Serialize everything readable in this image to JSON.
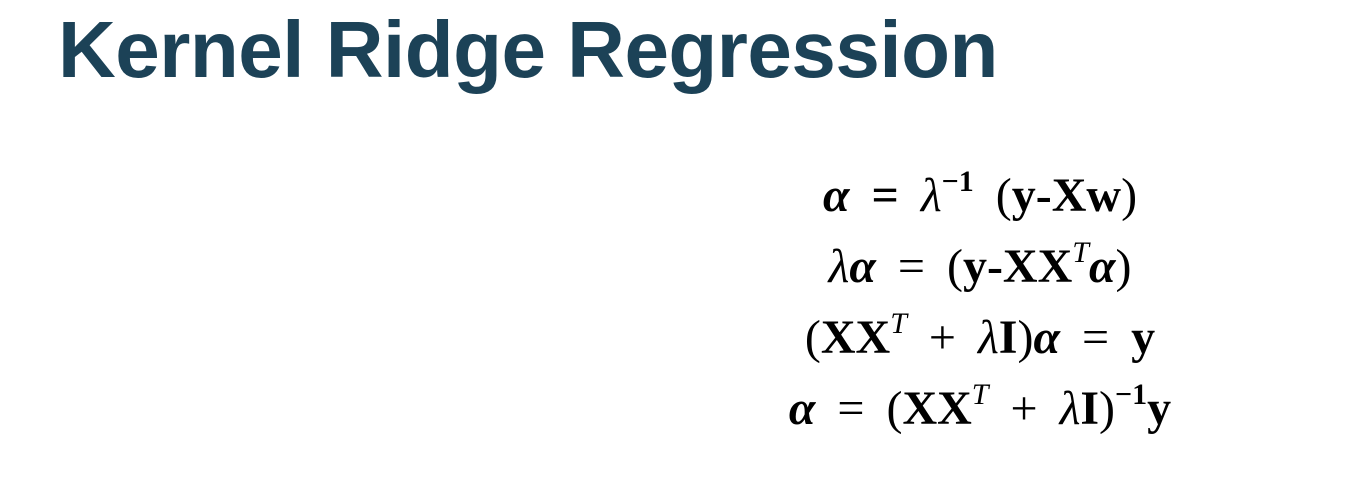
{
  "slide": {
    "title": "Kernel Ridge Regression",
    "title_color": "#1c4257"
  },
  "equations": [
    {
      "text": "α = λ⁻¹ (y-Xw)",
      "parts": {
        "lhs": "α",
        "eq": "=",
        "lambda": "λ",
        "exp": "−1",
        "open": "(",
        "y": "y",
        "minus": "-",
        "X": "X",
        "w": "w",
        "close": ")"
      }
    },
    {
      "text": "λα = (y-XXᵀα)",
      "parts": {
        "lambda": "λ",
        "alpha": "α",
        "eq": "=",
        "open": "(",
        "y": "y",
        "minus": "-",
        "XX": "XX",
        "T": "T",
        "alpha2": "α",
        "close": ")"
      }
    },
    {
      "text": "(XXᵀ + λI)α = y",
      "parts": {
        "open": "(",
        "XX": "XX",
        "T": "T",
        "plus": "+",
        "lambda": "λ",
        "I": "I",
        "close": ")",
        "alpha": "α",
        "eq": "=",
        "y": "y"
      }
    },
    {
      "text": "α = (XXᵀ + λI)⁻¹y",
      "parts": {
        "alpha": "α",
        "eq": "=",
        "open": "(",
        "XX": "XX",
        "T": "T",
        "plus": "+",
        "lambda": "λ",
        "I": "I",
        "close": ")",
        "exp": "−1",
        "y": "y"
      }
    }
  ]
}
